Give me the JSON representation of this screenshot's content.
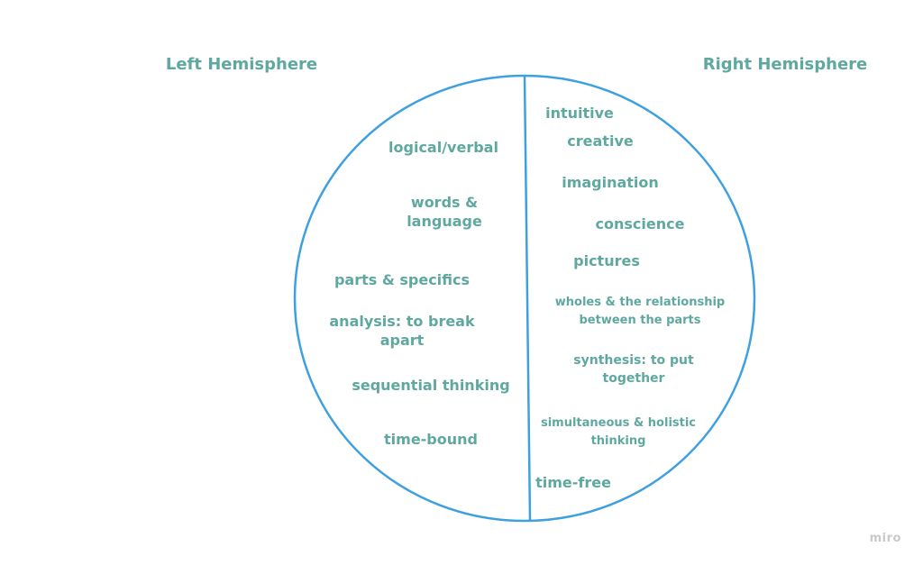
{
  "headings": {
    "left": "Left Hemisphere",
    "right": "Right Hemisphere"
  },
  "left_items": {
    "logical": "logical/verbal",
    "words_line1": "words &",
    "words_line2": "language",
    "parts": "parts & specifics",
    "analysis_line1": "analysis: to break",
    "analysis_line2": "apart",
    "sequential": "sequential thinking",
    "time_bound": "time-bound"
  },
  "right_items": {
    "intuitive": "intuitive",
    "creative": "creative",
    "imagination": "imagination",
    "conscience": "conscience",
    "pictures": "pictures",
    "wholes_line1": "wholes & the relationship",
    "wholes_line2": "between the parts",
    "synthesis_line1": "synthesis: to put",
    "synthesis_line2": "together",
    "simultaneous_line1": "simultaneous & holistic",
    "simultaneous_line2": "thinking",
    "time_free": "time-free"
  },
  "watermark": "miro",
  "colors": {
    "circle_stroke": "#3fa0e0",
    "text": "#5fa8a0",
    "watermark": "#c9c9c9"
  }
}
